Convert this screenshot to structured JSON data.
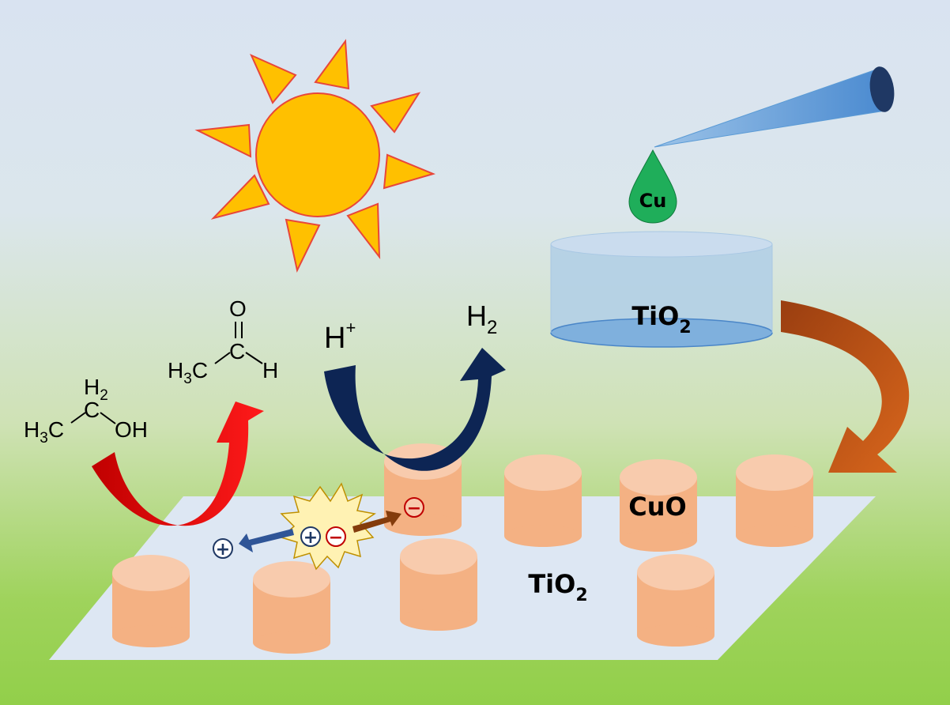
{
  "labels": {
    "cu_drop": "Cu",
    "tio2_dish": "TiO",
    "tio2_dish_sub": "2",
    "cuo": "CuO",
    "tio2_plate": "TiO",
    "tio2_plate_sub": "2",
    "h_plus": "H",
    "h_plus_sup": "+",
    "h2": "H",
    "h2_sub": "2"
  },
  "ethanol": {
    "h2": "H",
    "h2_sub": "2",
    "c": "C",
    "h3c": "H",
    "h3c_sub": "3",
    "h3c_c": "C",
    "oh": "OH"
  },
  "acetaldehyde": {
    "o": "O",
    "c": "C",
    "h3c": "H",
    "h3c_sub": "3",
    "h3c_c": "C",
    "h": "H"
  },
  "charges": {
    "hole": "+",
    "electron": "−"
  },
  "colors": {
    "sun": "#ffc000",
    "sun_outline": "#e8463a",
    "pipette": "#5b9bd5",
    "pipette_dark": "#1f3864",
    "drop": "#1fae5a",
    "dish": "#a9c8e4",
    "cylinder": "#f4b183",
    "cylinder_top": "#f8cbad",
    "plate": "#dde7f3",
    "red_arrow": "#ff0000",
    "navy_arrow": "#0d2554",
    "brown_arrow": "#c55a11"
  }
}
